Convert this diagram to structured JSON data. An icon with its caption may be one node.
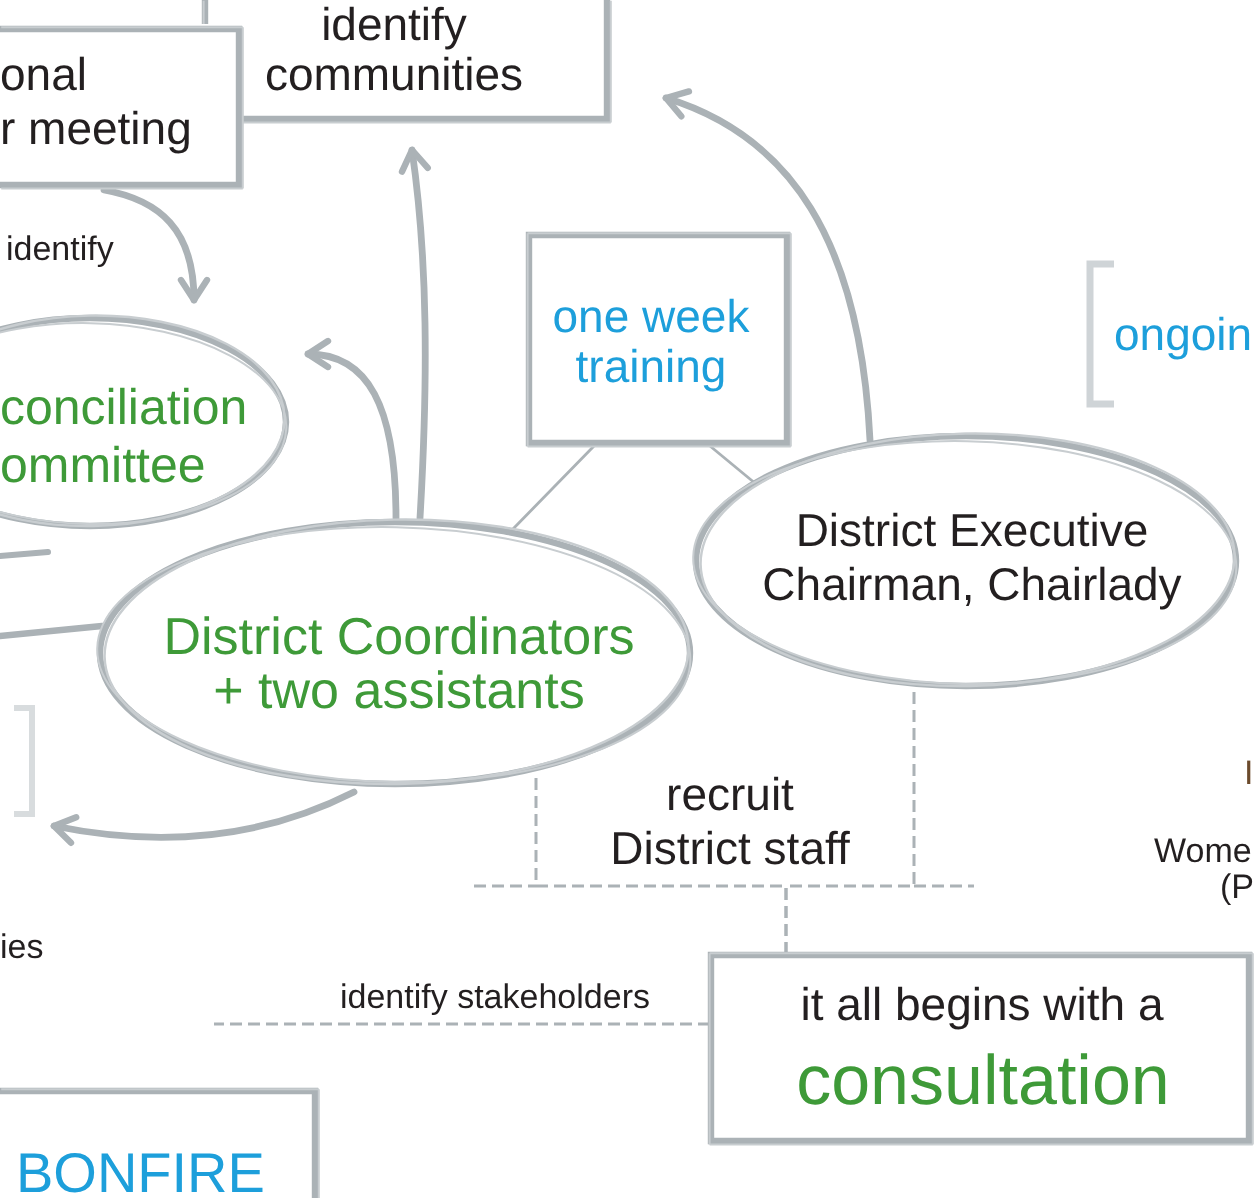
{
  "diagram": {
    "nodes": [
      {
        "text": [
          "onal r meeting"
        ]
      },
      {
        "text": [
          "identify communities"
        ]
      },
      {
        "text": [
          "one week training"
        ]
      },
      {
        "text": [
          "conciliation ommittee"
        ]
      },
      {
        "text": [
          "District Executive Chairman, Chairlady"
        ]
      },
      {
        "text": [
          "District Coordinators + two assistants"
        ]
      },
      {
        "text": [
          "it all begins with a",
          "consultation"
        ]
      },
      {
        "text": [
          "BONFIRE"
        ]
      }
    ],
    "edges": [
      {
        "from": 0,
        "to": 3,
        "arrow": "to",
        "label": "identify"
      },
      {
        "from": 5,
        "to": 3,
        "arrow": "to"
      },
      {
        "from": 5,
        "to": 1,
        "arrow": "to"
      },
      {
        "from": 4,
        "to": 1,
        "arrow": "to"
      },
      {
        "from": 2,
        "to": 5,
        "arrow": "none"
      },
      {
        "from": 2,
        "to": 4,
        "arrow": "none"
      },
      {
        "from": 5,
        "to": null,
        "arrow": "to"
      },
      {
        "from": null,
        "to": 5,
        "arrow": "none"
      },
      {
        "from": 6,
        "to": 5,
        "arrow": "none",
        "style": "dashed"
      },
      {
        "from": 6,
        "to": 4,
        "arrow": "none",
        "style": "dashed",
        "label": "recruit District staff"
      },
      {
        "from": 6,
        "to": null,
        "arrow": "none",
        "style": "dashed",
        "label": "identify stakeholders"
      }
    ],
    "labels": [
      "ongoin",
      "I",
      "Wome",
      "(P",
      "ies"
    ]
  }
}
